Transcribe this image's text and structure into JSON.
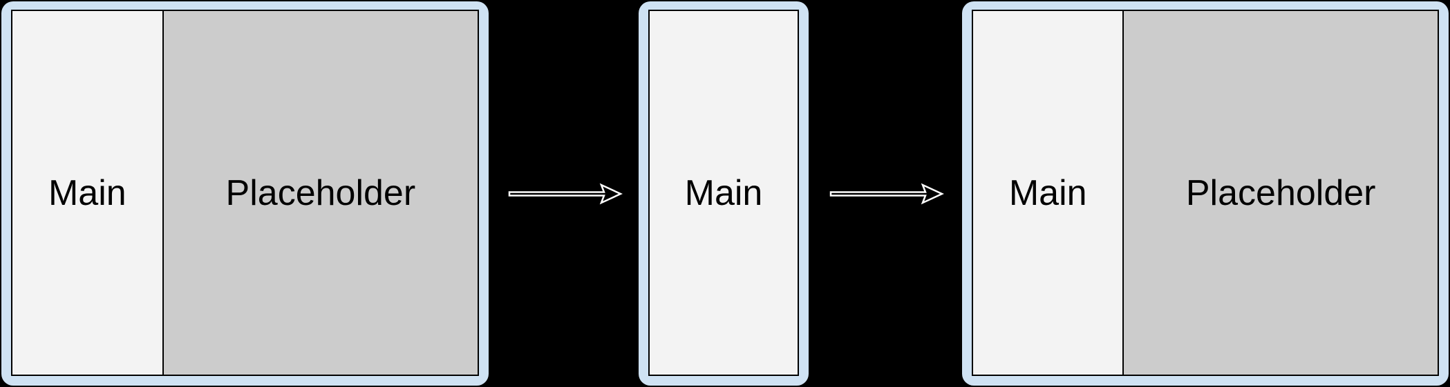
{
  "diagram": {
    "description": "Adaptive layout transition: expanded two-pane layout collapses to compact single pane, then expands back to two panes",
    "background_color": "#000000",
    "frame_color": "#cfe2f3",
    "outline_color": "#000000",
    "text_color": "#000000",
    "panels": [
      {
        "name": "expanded-initial",
        "type": "expanded",
        "panes": [
          {
            "label": "Main",
            "fill": "#f3f3f3"
          },
          {
            "label": "Placeholder",
            "fill": "#cccccc"
          }
        ]
      },
      {
        "name": "compact",
        "type": "compact",
        "panes": [
          {
            "label": "Main",
            "fill": "#f3f3f3"
          }
        ]
      },
      {
        "name": "expanded-final",
        "type": "expanded",
        "panes": [
          {
            "label": "Main",
            "fill": "#f3f3f3"
          },
          {
            "label": "Placeholder",
            "fill": "#cccccc"
          }
        ]
      }
    ],
    "arrows": [
      {
        "direction": "right",
        "fill": "#000000",
        "halo": "#ffffff"
      },
      {
        "direction": "right",
        "fill": "#000000",
        "halo": "#ffffff"
      }
    ]
  }
}
